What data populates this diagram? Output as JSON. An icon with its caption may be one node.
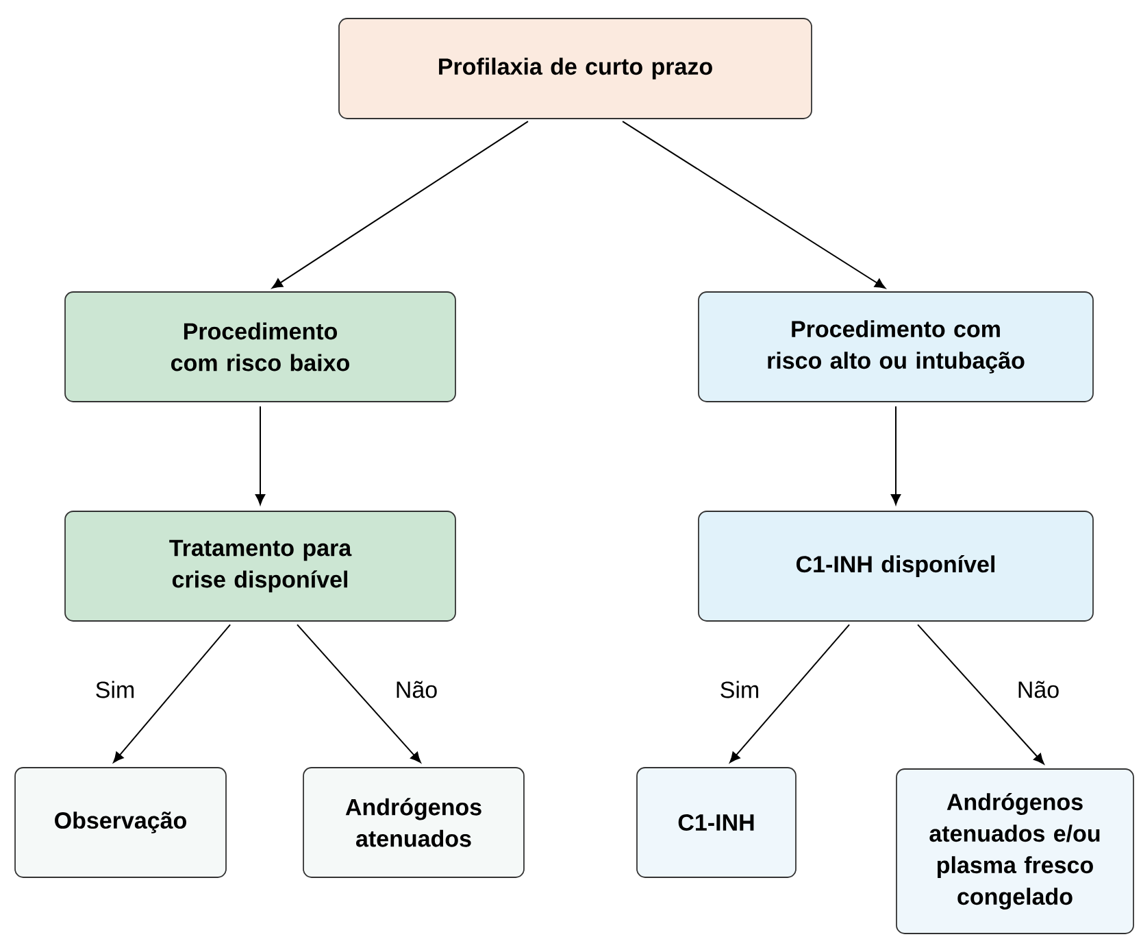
{
  "diagram": {
    "nodes": [
      {
        "text": [
          "Profilaxia de curto prazo"
        ]
      },
      {
        "text": [
          "Procedimento com risco baixo"
        ]
      },
      {
        "text": [
          "Procedimento com risco alto ou intubação"
        ]
      },
      {
        "text": [
          "Tratamento para crise disponível"
        ]
      },
      {
        "text": [
          "C1-INH disponível"
        ]
      },
      {
        "text": [
          "Observação"
        ]
      },
      {
        "text": [
          "Andrógenos atenuados"
        ]
      },
      {
        "text": [
          "C1-INH"
        ]
      },
      {
        "text": [
          "Andrógenos atenuados e/ou plasma fresco congelado"
        ]
      }
    ],
    "edges": [
      {
        "from": 0,
        "to": 1,
        "arrow": "to"
      },
      {
        "from": 0,
        "to": 2,
        "arrow": "to"
      },
      {
        "from": 1,
        "to": 3,
        "arrow": "to"
      },
      {
        "from": 2,
        "to": 4,
        "arrow": "to"
      },
      {
        "from": 3,
        "to": 5,
        "arrow": "to",
        "label": "Sim"
      },
      {
        "from": 3,
        "to": 6,
        "arrow": "to",
        "label": "Não"
      },
      {
        "from": 4,
        "to": 7,
        "arrow": "to",
        "label": "Sim"
      },
      {
        "from": 4,
        "to": 8,
        "arrow": "to",
        "label": "Não"
      }
    ]
  }
}
